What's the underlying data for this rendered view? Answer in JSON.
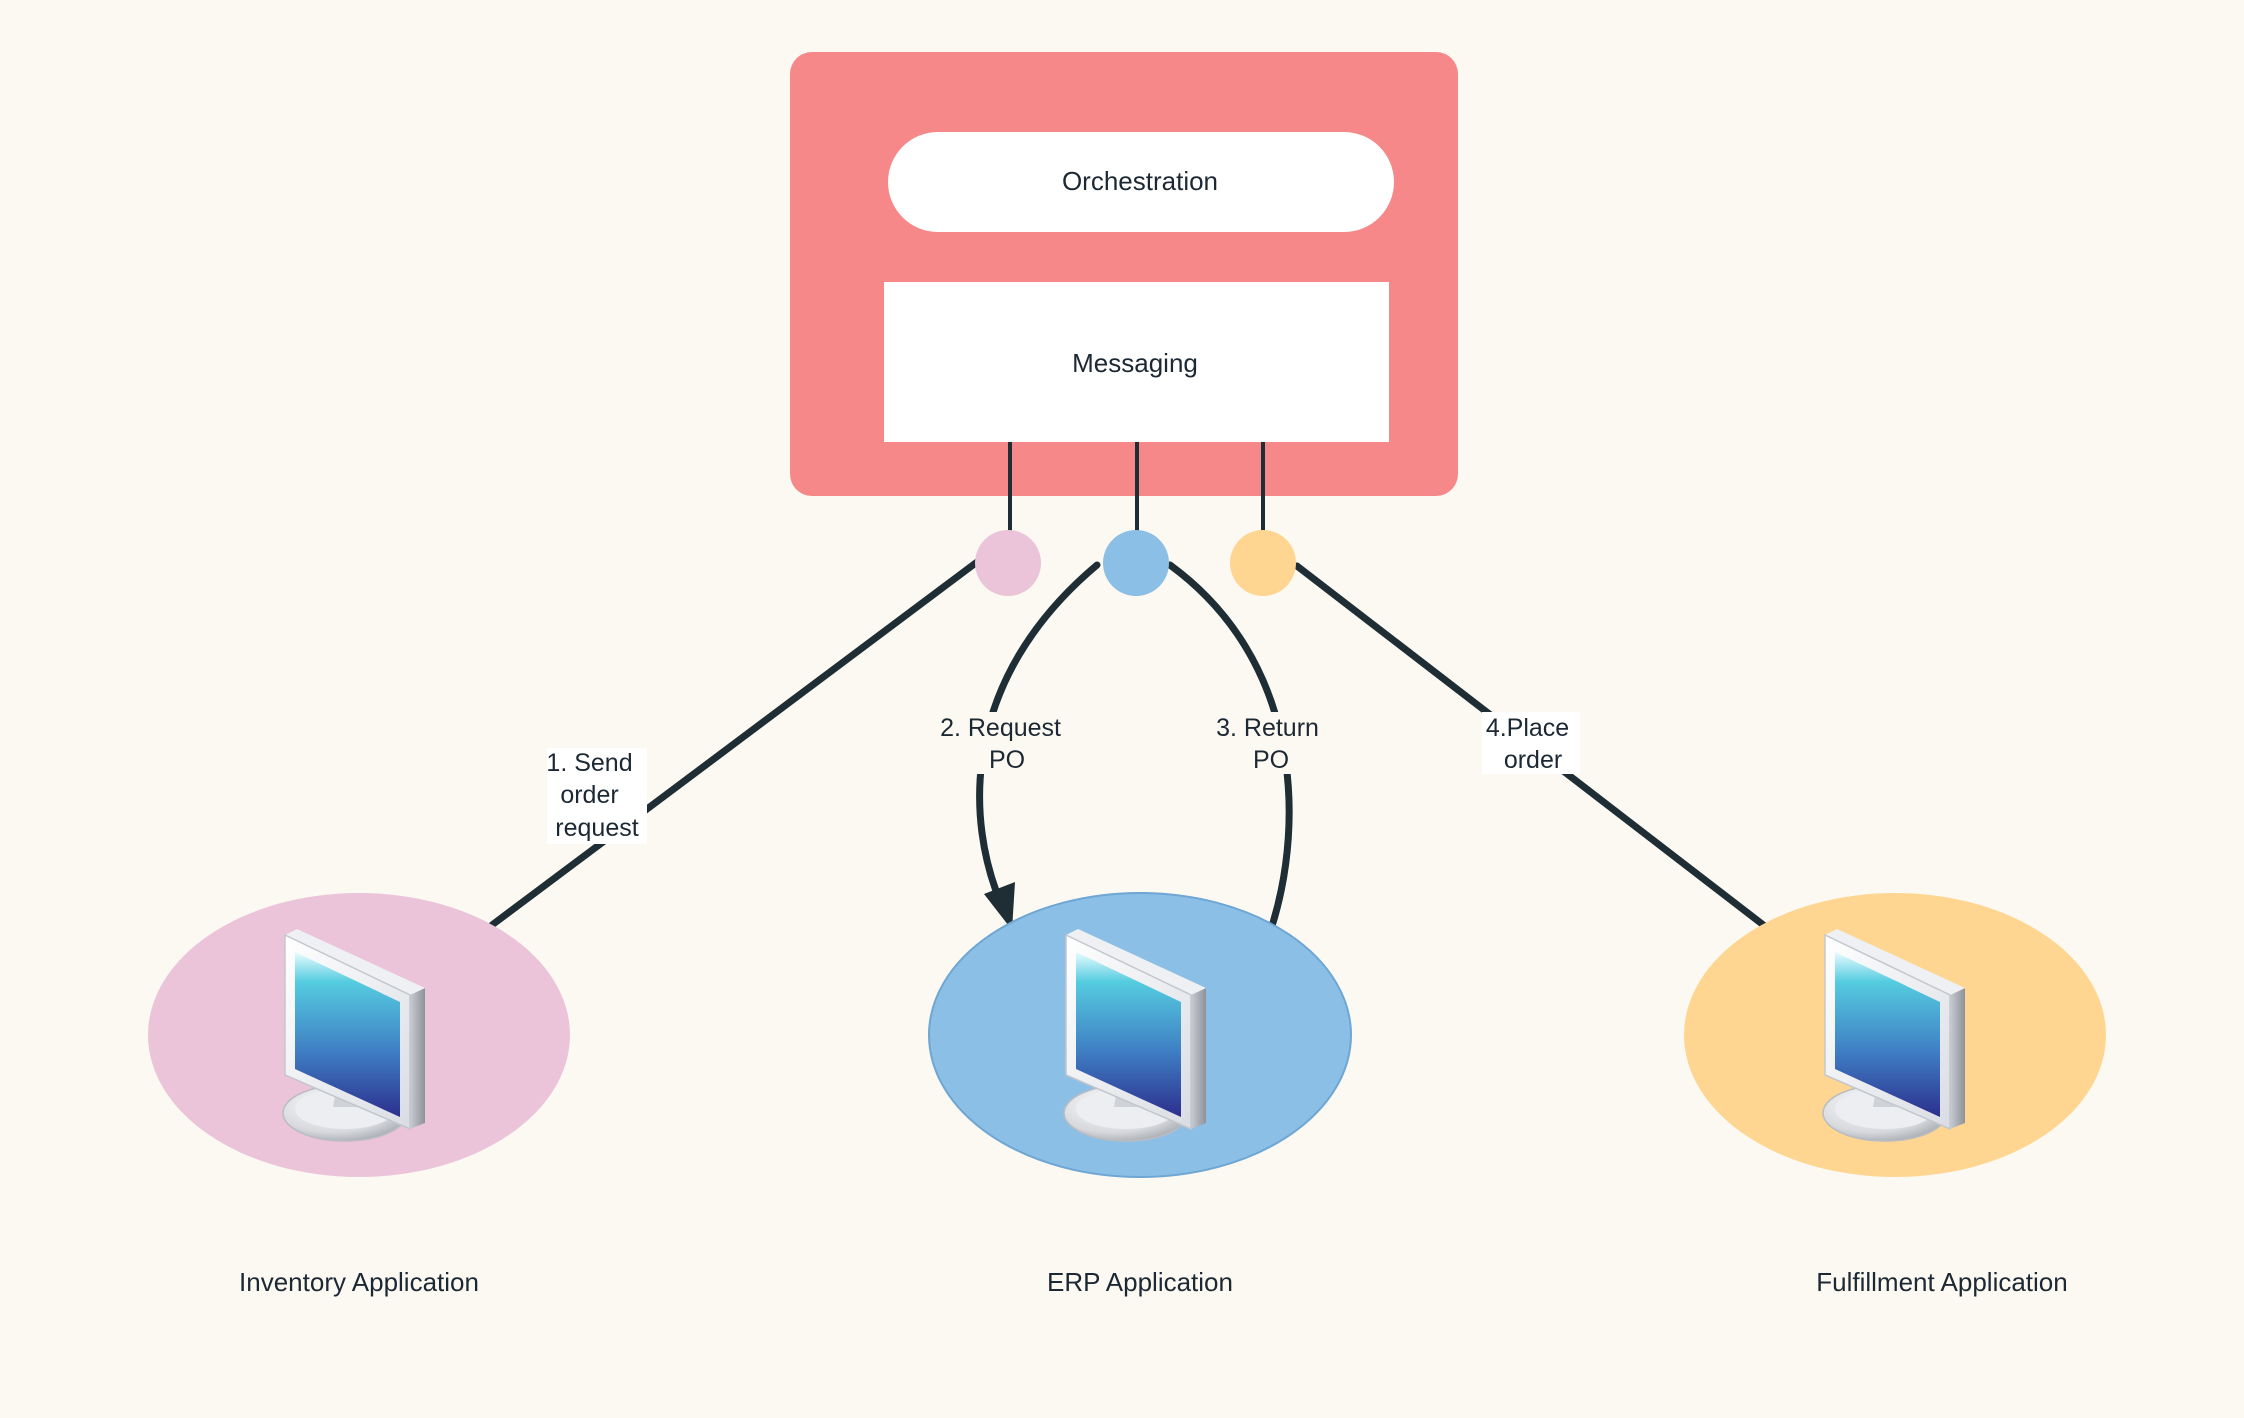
{
  "hub": {
    "orchestration_label": "Orchestration",
    "messaging_label": "Messaging",
    "color": "#f7888a"
  },
  "ports": {
    "inventory_color": "#ebc4da",
    "erp_color": "#8bbfe5",
    "fulfillment_color": "#fed692"
  },
  "flows": [
    {
      "lines": [
        "1. Send",
        "order",
        "request"
      ]
    },
    {
      "lines": [
        "2. Request",
        "PO"
      ]
    },
    {
      "lines": [
        "3. Return",
        "PO"
      ]
    },
    {
      "lines": [
        "4.Place",
        "order"
      ]
    }
  ],
  "apps": {
    "inventory": {
      "label": "Inventory Application",
      "icon": "computer-monitor-icon",
      "color": "#ebc4da"
    },
    "erp": {
      "label": "ERP Application",
      "icon": "computer-monitor-icon",
      "color": "#8bbfe5"
    },
    "fulfillment": {
      "label": "Fulfillment Application",
      "icon": "computer-monitor-icon",
      "color": "#fed692"
    }
  },
  "colors": {
    "background": "#fcf9f2",
    "connector": "#1f2d35"
  }
}
